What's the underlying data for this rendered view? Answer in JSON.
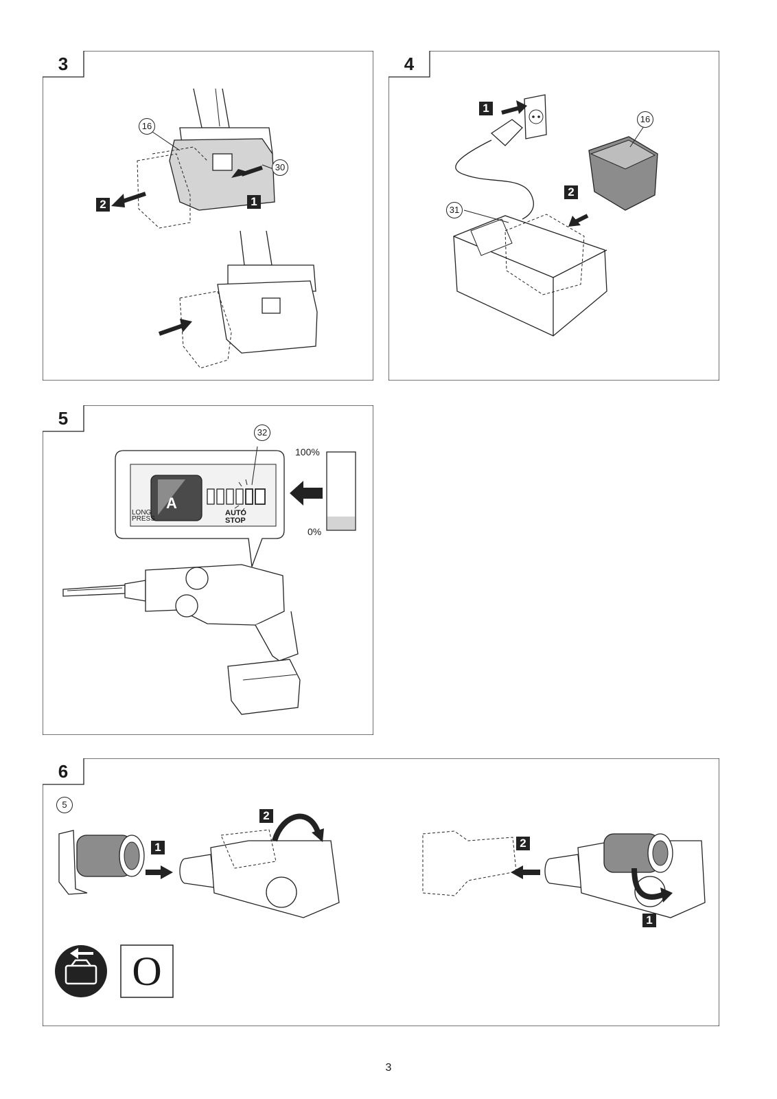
{
  "panels": [
    {
      "number": "3"
    },
    {
      "number": "4"
    },
    {
      "number": "5"
    },
    {
      "number": "6"
    }
  ],
  "panel3": {
    "callouts": [
      "16",
      "30"
    ],
    "step_labels": [
      "2",
      "1"
    ]
  },
  "panel4": {
    "callouts": [
      "16",
      "31"
    ],
    "step_labels": [
      "1",
      "2"
    ]
  },
  "panel5": {
    "callout": "32",
    "display": {
      "mode_letter": "A",
      "long_label": "LONG",
      "press_label": "PRESS",
      "auto_label": "AUTO",
      "stop_label": "STOP"
    },
    "gauge": {
      "top_label": "100%",
      "bottom_label": "0%",
      "level": 0.17
    }
  },
  "panel6": {
    "callout": "5",
    "step_labels_left": [
      "1",
      "2"
    ],
    "step_labels_right": [
      "2",
      "1"
    ],
    "symbol_letter": "O"
  },
  "page_number": "3",
  "colors": {
    "line": "#222222",
    "fill_gray": "#d4d4d4",
    "dark_gray": "#8c8c8c"
  }
}
